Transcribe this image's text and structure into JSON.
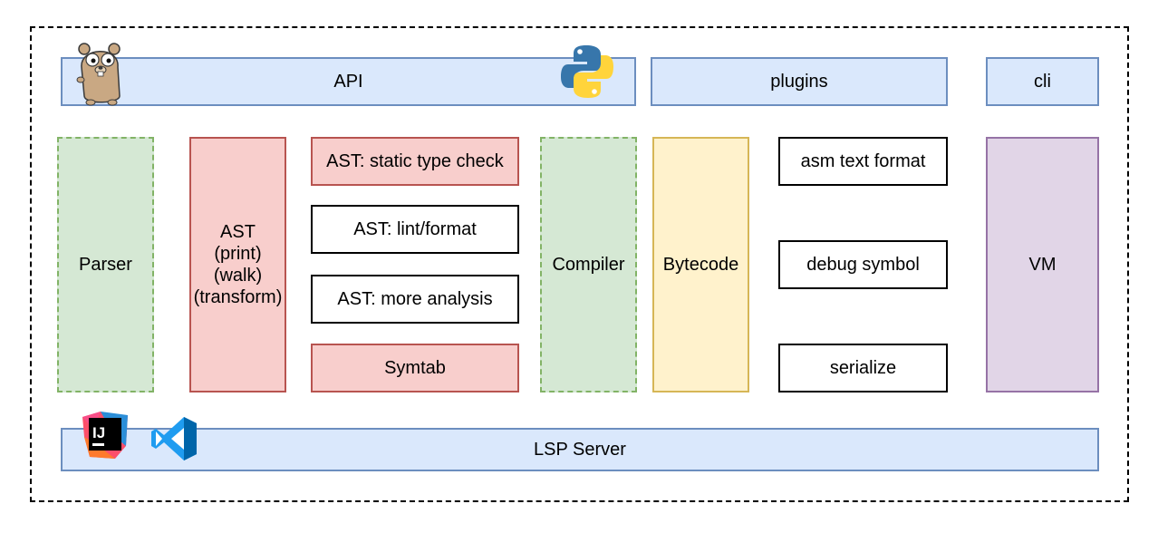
{
  "top_bar": {
    "api": "API",
    "plugins": "plugins",
    "cli": "cli"
  },
  "stages": {
    "parser": "Parser",
    "ast": [
      "AST",
      "(print)",
      "(walk)",
      "(transform)"
    ],
    "ast_static_type_check": "AST: static type check",
    "ast_lint_format": "AST: lint/format",
    "ast_more_analysis": "AST: more analysis",
    "symtab": "Symtab",
    "compiler": "Compiler",
    "bytecode": "Bytecode",
    "asm_text_format": "asm text format",
    "debug_symbol": "debug symbol",
    "serialize": "serialize",
    "vm": "VM"
  },
  "bottom_bar": {
    "lsp_server": "LSP Server"
  },
  "logos": {
    "intellij_text": "IJ",
    "icons": [
      "gopher-icon",
      "python-icon",
      "intellij-icon",
      "vscode-icon"
    ]
  },
  "colors": {
    "blue_fill": "#dae8fc",
    "blue_stroke": "#6c8ebf",
    "green_fill": "#d5e8d4",
    "green_stroke": "#82b366",
    "red_fill": "#f8cecc",
    "red_stroke": "#b85450",
    "yellow_fill": "#fff2cc",
    "yellow_stroke": "#d6b656",
    "purple_fill": "#e1d5e7",
    "purple_stroke": "#9673a6"
  }
}
